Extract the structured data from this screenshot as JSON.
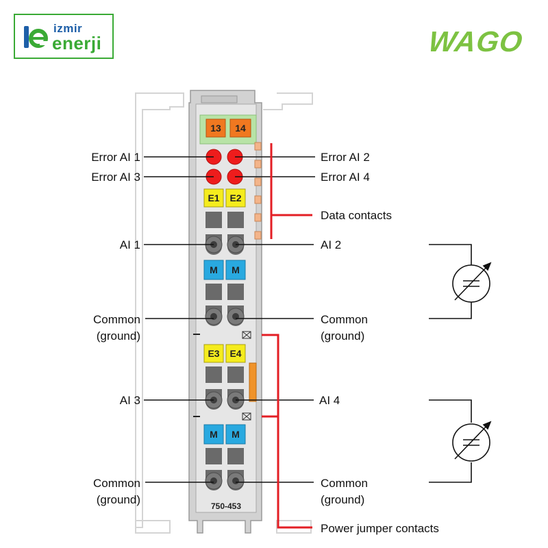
{
  "logo": {
    "line1": "izmir",
    "line2": "enerji",
    "accent": "#3aaa35",
    "primary": "#1e5fa8"
  },
  "brand": {
    "name": "WAGO",
    "color": "#7dc242"
  },
  "module": {
    "model": "750-453",
    "top_tags": [
      "13",
      "14"
    ]
  },
  "tags": {
    "e1": "E1",
    "e2": "E2",
    "e3": "E3",
    "e4": "E4",
    "m": "M"
  },
  "labels": {
    "error_ai1": "Error AI 1",
    "error_ai2": "Error AI 2",
    "error_ai3": "Error AI 3",
    "error_ai4": "Error AI 4",
    "data_contacts": "Data contacts",
    "ai1": "AI 1",
    "ai2": "AI 2",
    "ai3": "AI 3",
    "ai4": "AI 4",
    "common": "Common",
    "ground": "(ground)",
    "power_jumper": "Power jumper contacts"
  },
  "colors": {
    "error_led": "#ee1c1c",
    "tag_yellow": "#f5ec1e",
    "tag_blue": "#29a9e0",
    "tag_orange": "#f07820",
    "bracket_red": "#e31e24"
  }
}
